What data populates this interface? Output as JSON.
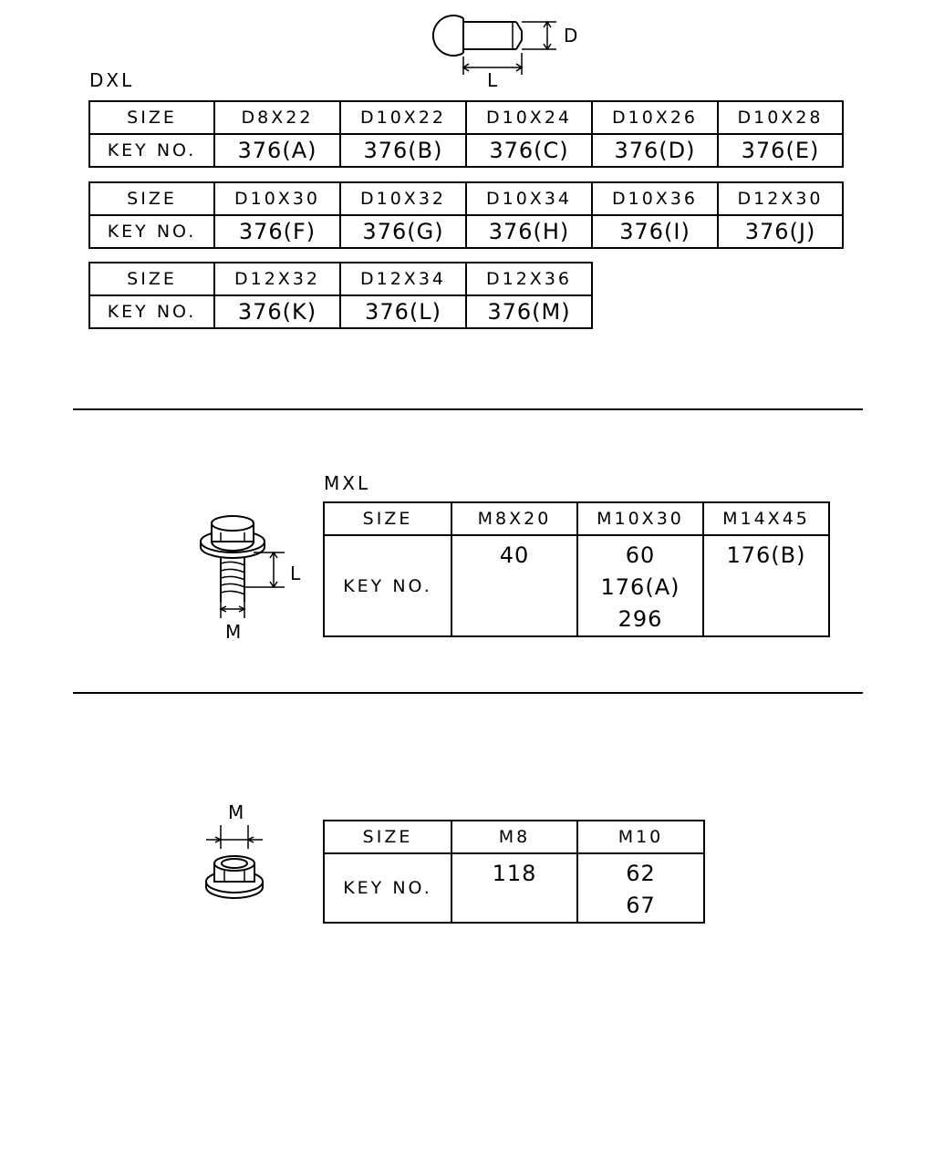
{
  "dxl": {
    "title": "DXL",
    "dim_d": "D",
    "dim_l": "L",
    "rows": [
      {
        "size_label": "SIZE",
        "key_label": "KEY NO.",
        "sizes": [
          "D8X22",
          "D10X22",
          "D10X24",
          "D10X26",
          "D10X28"
        ],
        "keys": [
          "376(A)",
          "376(B)",
          "376(C)",
          "376(D)",
          "376(E)"
        ]
      },
      {
        "size_label": "SIZE",
        "key_label": "KEY NO.",
        "sizes": [
          "D10X30",
          "D10X32",
          "D10X34",
          "D10X36",
          "D12X30"
        ],
        "keys": [
          "376(F)",
          "376(G)",
          "376(H)",
          "376(I)",
          "376(J)"
        ]
      },
      {
        "size_label": "SIZE",
        "key_label": "KEY NO.",
        "sizes": [
          "D12X32",
          "D12X34",
          "D12X36"
        ],
        "keys": [
          "376(K)",
          "376(L)",
          "376(M)"
        ]
      }
    ]
  },
  "mxl": {
    "title": "MXL",
    "dim_l": "L",
    "dim_m": "M",
    "size_label": "SIZE",
    "key_label": "KEY NO.",
    "sizes": [
      "M8X20",
      "M10X30",
      "M14X45"
    ],
    "keys": [
      [
        "40"
      ],
      [
        "60",
        "176(A)",
        "296"
      ],
      [
        "176(B)"
      ]
    ]
  },
  "nut": {
    "dim_m": "M",
    "size_label": "SIZE",
    "key_label": "KEY NO.",
    "sizes": [
      "M8",
      "M10"
    ],
    "keys": [
      [
        "118"
      ],
      [
        "62",
        "67"
      ]
    ]
  }
}
